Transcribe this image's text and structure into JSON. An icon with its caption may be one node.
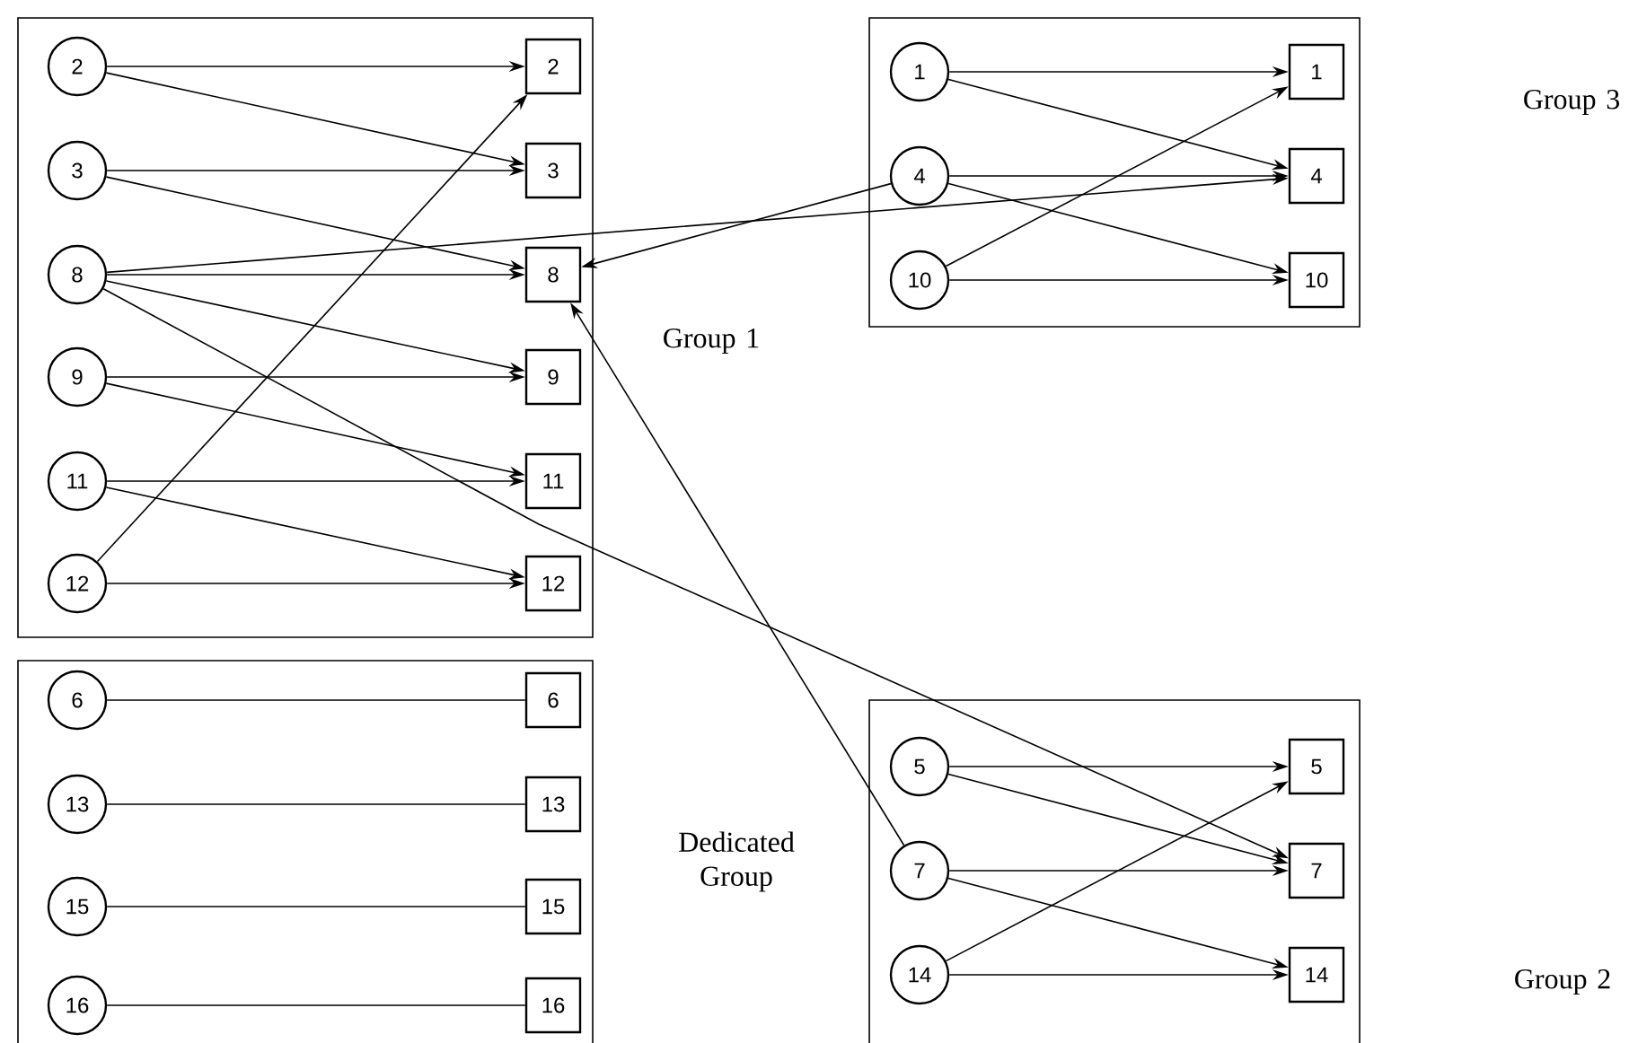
{
  "diagram": {
    "nodes": [
      {
        "text": [],
        "shape": "box"
      },
      {
        "text": [
          "2"
        ],
        "in": 0
      },
      {
        "text": [
          "3"
        ],
        "in": 0
      },
      {
        "text": [
          "8"
        ],
        "in": 0
      },
      {
        "text": [
          "9"
        ],
        "in": 0
      },
      {
        "text": [
          "11"
        ],
        "in": 0
      },
      {
        "text": [
          "12"
        ],
        "in": 0
      },
      {
        "text": [
          "2"
        ],
        "in": 0
      },
      {
        "text": [
          "3"
        ],
        "in": 0
      },
      {
        "text": [
          "8"
        ],
        "in": 0
      },
      {
        "text": [
          "9"
        ],
        "in": 0
      },
      {
        "text": [
          "11"
        ],
        "in": 0
      },
      {
        "text": [
          "12"
        ],
        "in": 0
      },
      {
        "text": [],
        "shape": "box"
      },
      {
        "text": [
          "1"
        ],
        "in": 13
      },
      {
        "text": [
          "4"
        ],
        "in": 13
      },
      {
        "text": [
          "10"
        ],
        "in": 13
      },
      {
        "text": [
          "1"
        ],
        "in": 13
      },
      {
        "text": [
          "4"
        ],
        "in": 13
      },
      {
        "text": [
          "10"
        ],
        "in": 13
      },
      {
        "text": [],
        "shape": "box"
      },
      {
        "text": [
          "6"
        ],
        "in": 20
      },
      {
        "text": [
          "13"
        ],
        "in": 20
      },
      {
        "text": [
          "15"
        ],
        "in": 20
      },
      {
        "text": [
          "16"
        ],
        "in": 20
      },
      {
        "text": [
          "6"
        ],
        "in": 20
      },
      {
        "text": [
          "13"
        ],
        "in": 20
      },
      {
        "text": [
          "15"
        ],
        "in": 20
      },
      {
        "text": [
          "16"
        ],
        "in": 20
      },
      {
        "text": [],
        "shape": "box"
      },
      {
        "text": [
          "5"
        ],
        "in": 29
      },
      {
        "text": [
          "7"
        ],
        "in": 29
      },
      {
        "text": [
          "14"
        ],
        "in": 29
      },
      {
        "text": [
          "5"
        ],
        "in": 29
      },
      {
        "text": [
          "7"
        ],
        "in": 29
      },
      {
        "text": [
          "14"
        ],
        "in": 29
      }
    ],
    "edges": [
      {
        "from": 1,
        "to": 7,
        "arrow": "to"
      },
      {
        "from": 1,
        "to": 8,
        "arrow": "to"
      },
      {
        "from": 2,
        "to": 8,
        "arrow": "to"
      },
      {
        "from": 2,
        "to": 9,
        "arrow": "to"
      },
      {
        "from": 3,
        "to": 9,
        "arrow": "to"
      },
      {
        "from": 3,
        "to": 18,
        "arrow": "to"
      },
      {
        "from": 3,
        "to": 10,
        "arrow": "to"
      },
      {
        "from": 3,
        "to": 34,
        "arrow": "to"
      },
      {
        "from": 4,
        "to": 10,
        "arrow": "to"
      },
      {
        "from": 4,
        "to": 11,
        "arrow": "to"
      },
      {
        "from": 5,
        "to": 11,
        "arrow": "to"
      },
      {
        "from": 5,
        "to": 12,
        "arrow": "to"
      },
      {
        "from": 6,
        "to": 12,
        "arrow": "to"
      },
      {
        "from": 6,
        "to": 7,
        "arrow": "to"
      },
      {
        "from": 14,
        "to": 17,
        "arrow": "to"
      },
      {
        "from": 14,
        "to": 18,
        "arrow": "to"
      },
      {
        "from": 15,
        "to": 18,
        "arrow": "to"
      },
      {
        "from": 15,
        "to": 19,
        "arrow": "to"
      },
      {
        "from": 15,
        "to": 9,
        "arrow": "to"
      },
      {
        "from": 16,
        "to": 17,
        "arrow": "to"
      },
      {
        "from": 16,
        "to": 19,
        "arrow": "to"
      },
      {
        "from": 21,
        "to": 25,
        "arrow": "none"
      },
      {
        "from": 22,
        "to": 26,
        "arrow": "none"
      },
      {
        "from": 23,
        "to": 27,
        "arrow": "none"
      },
      {
        "from": 24,
        "to": 28,
        "arrow": "none"
      },
      {
        "from": 30,
        "to": 33,
        "arrow": "to"
      },
      {
        "from": 30,
        "to": 34,
        "arrow": "to"
      },
      {
        "from": 31,
        "to": 34,
        "arrow": "to"
      },
      {
        "from": 31,
        "to": 35,
        "arrow": "to"
      },
      {
        "from": 31,
        "to": 9,
        "arrow": "to"
      },
      {
        "from": 32,
        "to": 33,
        "arrow": "to"
      },
      {
        "from": 32,
        "to": 35,
        "arrow": "to"
      }
    ],
    "labels": [
      "Group 3",
      "Group 1",
      "Dedicated Group",
      "Group 2"
    ]
  }
}
